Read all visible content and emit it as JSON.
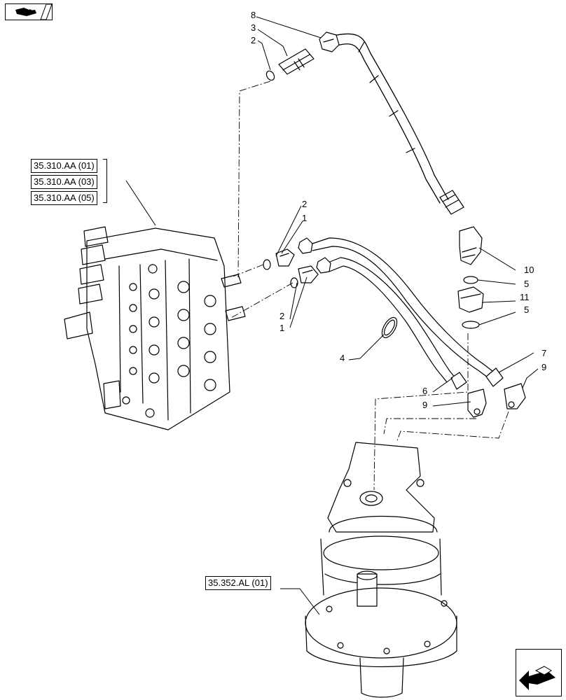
{
  "diagram": {
    "references": [
      {
        "id": "ref-3531aa-01",
        "label": "35.310.AA (01)"
      },
      {
        "id": "ref-3531aa-03",
        "label": "35.310.AA (03)"
      },
      {
        "id": "ref-3531aa-05",
        "label": "35.310.AA (05)"
      }
    ],
    "motor_reference": "35.352.AL (01)",
    "callouts": [
      {
        "name": "callout-8",
        "label": "8"
      },
      {
        "name": "callout-3",
        "label": "3"
      },
      {
        "name": "callout-2-top",
        "label": "2"
      },
      {
        "name": "callout-2-mid-upper",
        "label": "2"
      },
      {
        "name": "callout-1-mid-upper",
        "label": "1"
      },
      {
        "name": "callout-2-mid-lower",
        "label": "2"
      },
      {
        "name": "callout-1-mid-lower",
        "label": "1"
      },
      {
        "name": "callout-4",
        "label": "4"
      },
      {
        "name": "callout-10",
        "label": "10"
      },
      {
        "name": "callout-5-upper",
        "label": "5"
      },
      {
        "name": "callout-11",
        "label": "11"
      },
      {
        "name": "callout-5-lower",
        "label": "5"
      },
      {
        "name": "callout-7",
        "label": "7"
      },
      {
        "name": "callout-9-right",
        "label": "9"
      },
      {
        "name": "callout-6",
        "label": "6"
      },
      {
        "name": "callout-9-left",
        "label": "9"
      }
    ],
    "icons": {
      "top_left": "forward-nav-icon",
      "bottom_right": "return-nav-icon"
    }
  }
}
